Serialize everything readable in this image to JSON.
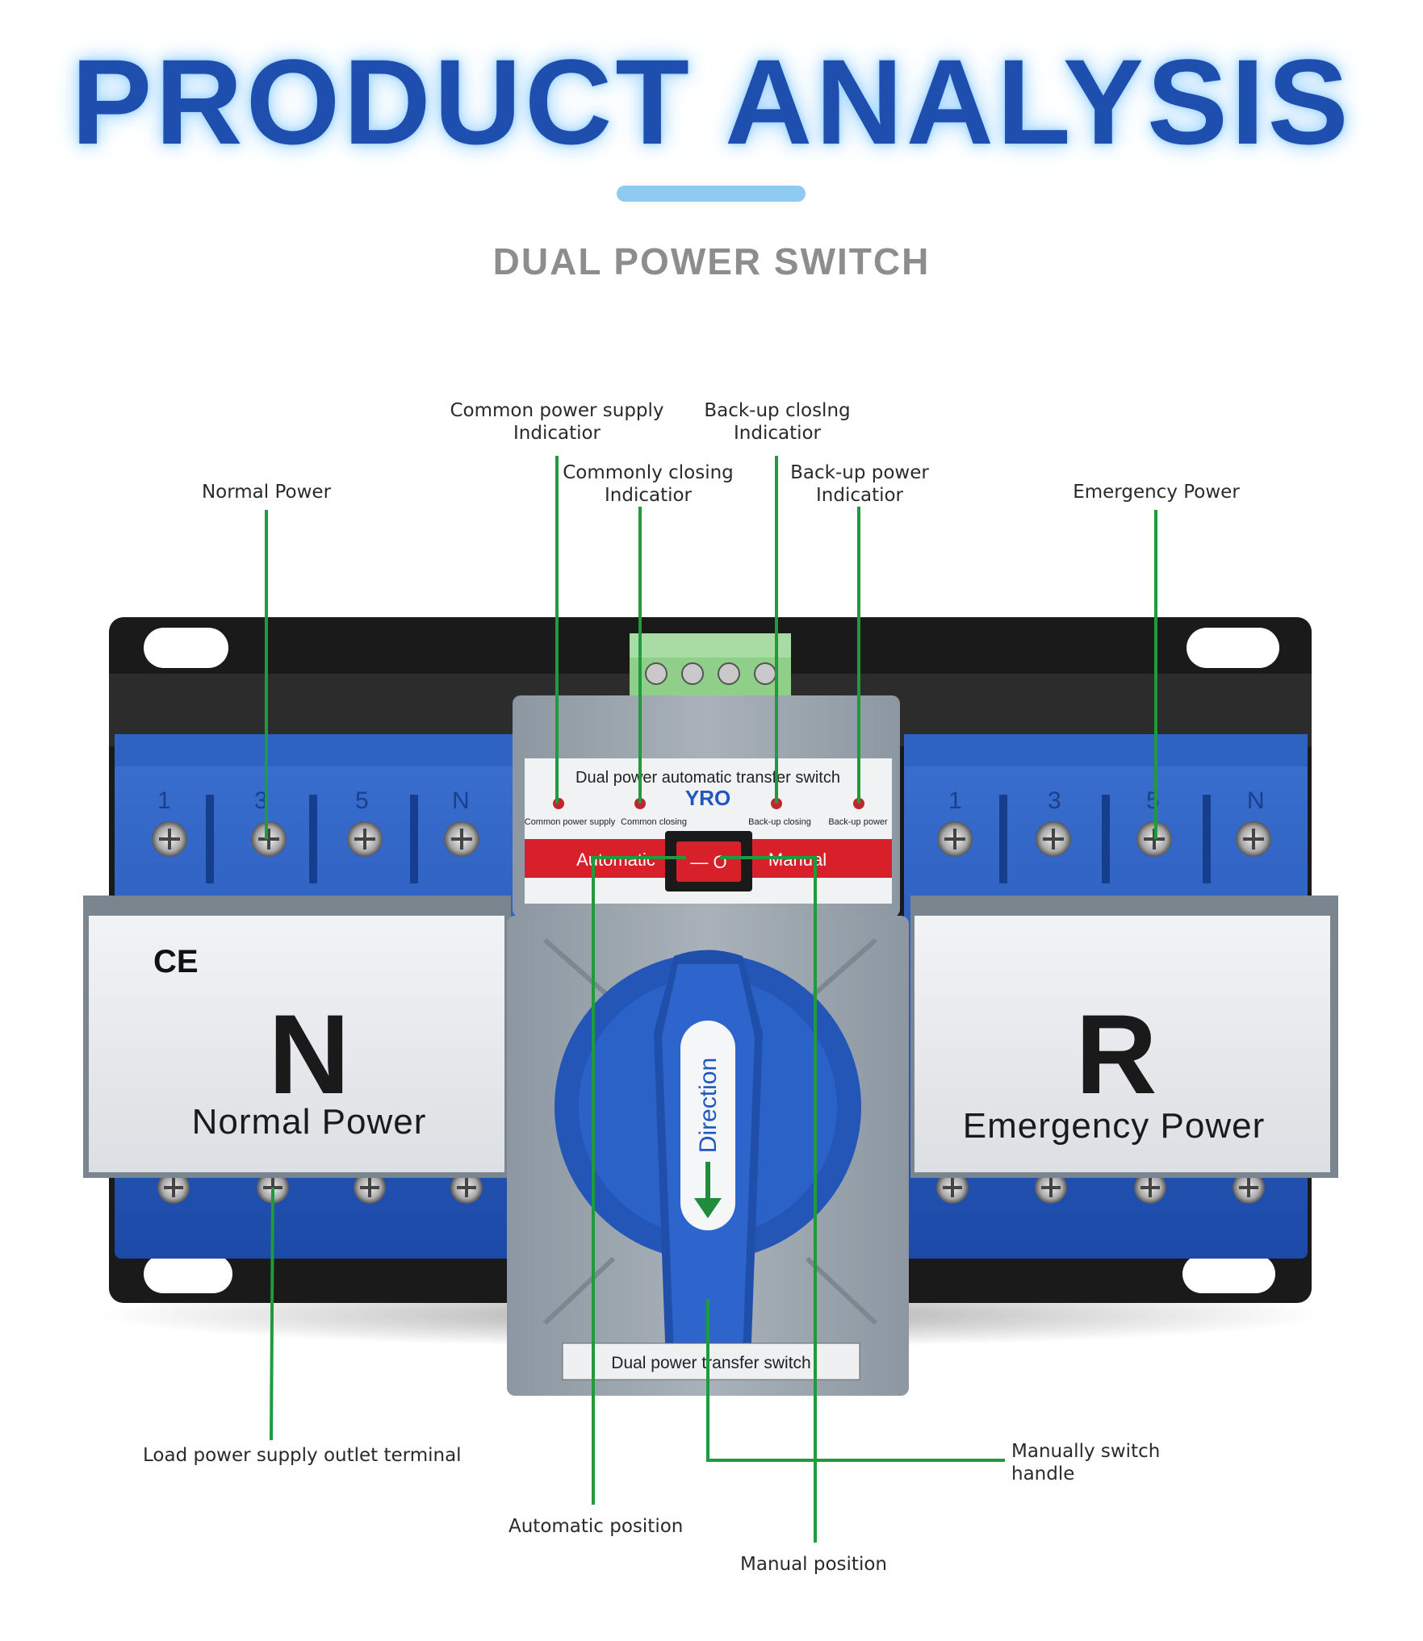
{
  "header": {
    "title": "PRODUCT ANALYSIS",
    "subtitle": "DUAL POWER SWITCH"
  },
  "callouts": {
    "normal_power": "Normal Power",
    "common_power_supply_1": "Common power supply",
    "common_power_supply_2": "Indicatior",
    "commonly_closing_1": "Commonly closing",
    "commonly_closing_2": "Indicatior",
    "backup_closing_1": "Back-up closlng",
    "backup_closing_2": "Indicatior",
    "backup_power_1": "Back-up power",
    "backup_power_2": "Indicatior",
    "emergency_power": "Emergency Power",
    "load_terminal": "Load power supply outlet terminal",
    "automatic_position": "Automatic position",
    "manual_position": "Manual  position",
    "manual_handle_1": "Manually switch",
    "manual_handle_2": "handle"
  },
  "device": {
    "panel_title": "Dual power automatic transfer switch",
    "brand": "YRO",
    "led_common_power": "Common power supply",
    "led_common_closing": "Common closing",
    "led_backup_closing": "Back-up closing",
    "led_backup_power": "Back-up power",
    "mode_automatic": "Automatic",
    "mode_manual": "Manual",
    "rocker_symbol": "— O",
    "ce_mark": "CE",
    "normal_letter": "N",
    "normal_label": "Normal Power",
    "emergency_letter": "R",
    "emergency_label": "Emergency Power",
    "handle_text": "Direction",
    "bottom_label": "Dual power        transfer switch",
    "left_terminal_numbers": [
      "1",
      "3",
      "5",
      "N"
    ],
    "right_terminal_numbers": [
      "1",
      "3",
      "5",
      "N"
    ]
  },
  "colors": {
    "title_blue": "#1f4fae",
    "leader_green": "#1f9a3c",
    "module_blue": "#2456b8",
    "body_gray": "#9aa4ad",
    "switch_red": "#d8202a"
  }
}
